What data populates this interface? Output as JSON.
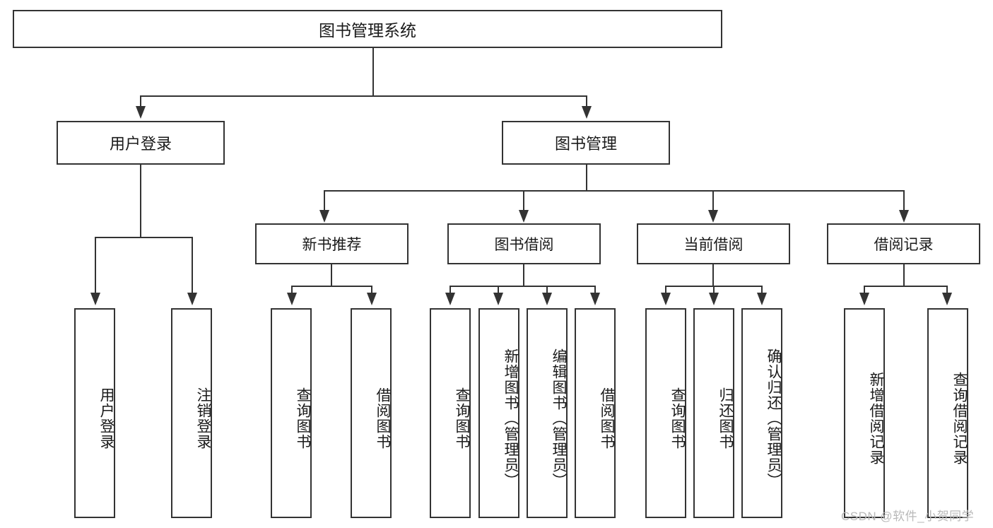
{
  "diagram": {
    "title": "图书管理系统",
    "type": "tree-hierarchy",
    "nodes": {
      "root": {
        "label": "图书管理系统"
      },
      "level2": [
        {
          "id": "user-login",
          "label": "用户登录"
        },
        {
          "id": "book-management",
          "label": "图书管理"
        }
      ],
      "level3": [
        {
          "id": "new-book-recommend",
          "label": "新书推荐"
        },
        {
          "id": "book-borrow",
          "label": "图书借阅"
        },
        {
          "id": "current-borrow",
          "label": "当前借阅"
        },
        {
          "id": "borrow-record",
          "label": "借阅记录"
        }
      ],
      "leaves": {
        "user-login": [
          {
            "id": "leaf-user-login",
            "label": "用户登录"
          },
          {
            "id": "leaf-logout-login",
            "label": "注销登录"
          }
        ],
        "new-book-recommend": [
          {
            "id": "leaf-query-book-1",
            "label": "查询图书"
          },
          {
            "id": "leaf-borrow-book-1",
            "label": "借阅图书"
          }
        ],
        "book-borrow": [
          {
            "id": "leaf-query-book-2",
            "label": "查询图书"
          },
          {
            "id": "leaf-add-book",
            "label": "新增图书（管理员）"
          },
          {
            "id": "leaf-edit-book",
            "label": "编辑图书（管理员）"
          },
          {
            "id": "leaf-borrow-book-2",
            "label": "借阅图书"
          }
        ],
        "current-borrow": [
          {
            "id": "leaf-query-book-3",
            "label": "查询图书"
          },
          {
            "id": "leaf-return-book",
            "label": "归还图书"
          },
          {
            "id": "leaf-confirm-return",
            "label": "确认归还（管理员）"
          }
        ],
        "borrow-record": [
          {
            "id": "leaf-add-record",
            "label": "新增借阅记录"
          },
          {
            "id": "leaf-query-record",
            "label": "查询借阅记录"
          }
        ]
      }
    },
    "colors": {
      "stroke": "#333333",
      "fill": "#ffffff",
      "text": "#1a1a1a",
      "watermark": "#b9b9b9"
    }
  },
  "watermark": {
    "text": "CSDN @软件_小贺同学"
  }
}
